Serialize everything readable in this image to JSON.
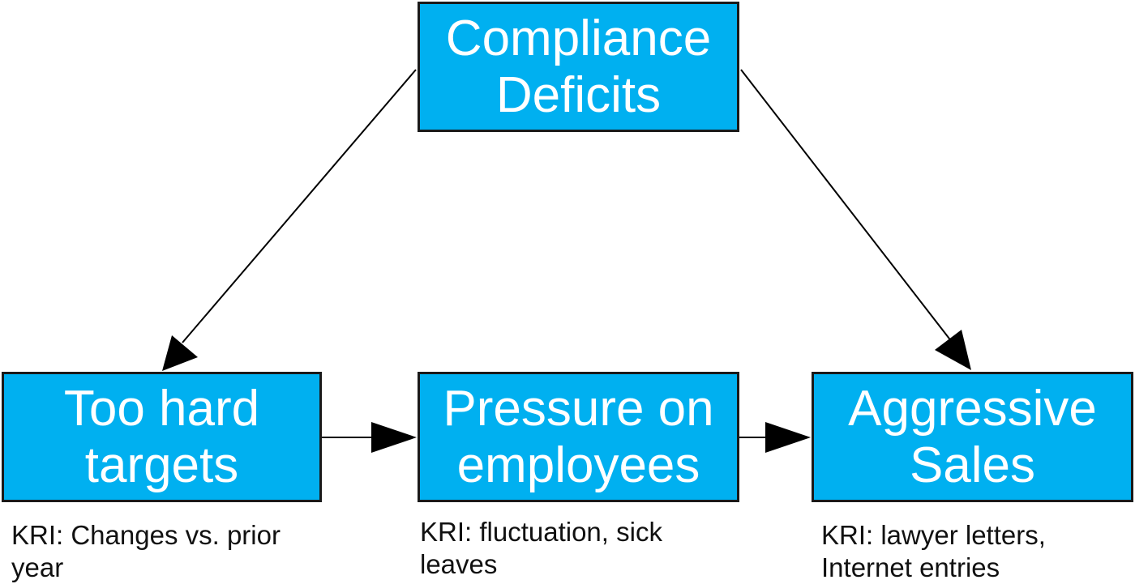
{
  "nodes": {
    "compliance_deficits": "Compliance\nDeficits",
    "too_hard_targets": "Too hard\ntargets",
    "pressure_on_employees": "Pressure on\nemployees",
    "aggressive_sales": "Aggressive\nSales"
  },
  "kri": {
    "too_hard_targets": "KRI: Changes vs. prior year",
    "pressure_on_employees": "KRI: fluctuation, sick leaves",
    "aggressive_sales": "KRI: lawyer letters, Internet entries"
  },
  "colors": {
    "node_fill": "#00b0f0",
    "node_border": "#1a1a1a",
    "node_text": "#ffffff",
    "edge": "#000000"
  },
  "edges": [
    {
      "from": "compliance_deficits",
      "to": "too_hard_targets"
    },
    {
      "from": "compliance_deficits",
      "to": "aggressive_sales"
    },
    {
      "from": "too_hard_targets",
      "to": "pressure_on_employees"
    },
    {
      "from": "pressure_on_employees",
      "to": "aggressive_sales"
    }
  ]
}
